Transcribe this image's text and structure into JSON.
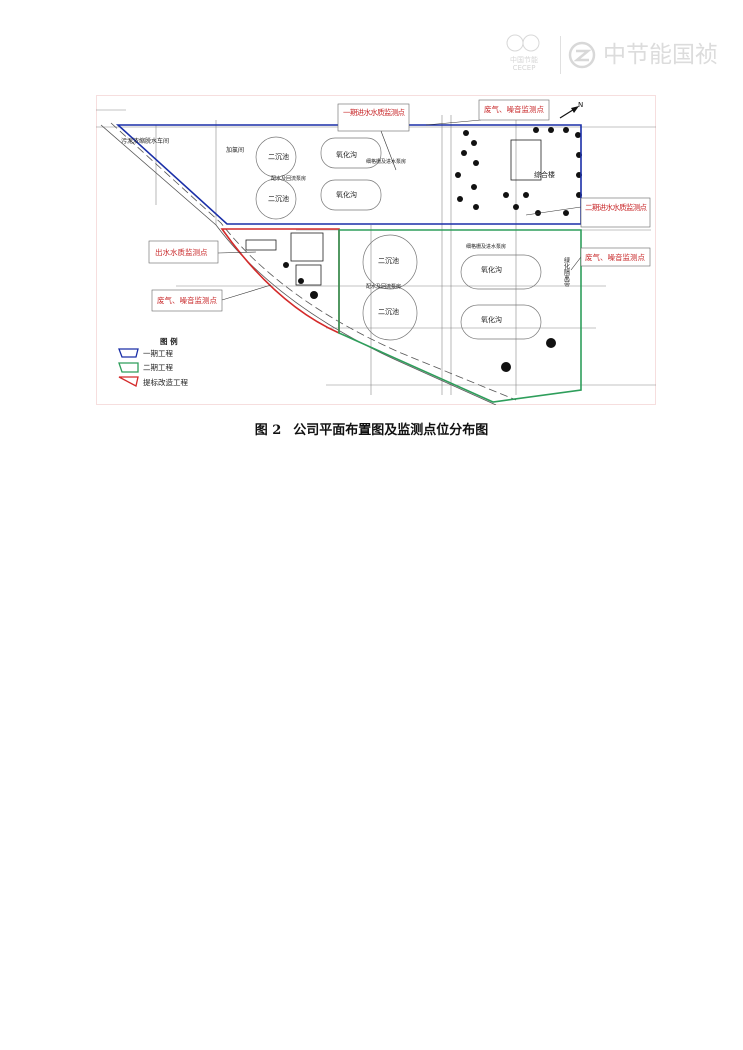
{
  "header": {
    "logo_small_cn": "中国节能",
    "logo_small_en": "CECEP",
    "logo_text": "中节能国祯"
  },
  "figure": {
    "north": "N",
    "callouts": {
      "phase1_inlet": "一期进水水质监测点",
      "gas_noise_top": "废气、噪音监测点",
      "phase2_inlet": "二期进水水质监测点",
      "gas_noise_right": "废气、噪音监测点",
      "outlet": "出水水质监测点",
      "gas_noise_left": "废气、噪音监测点"
    },
    "facilities": {
      "sludge": "污泥浓缩脱水车间",
      "chlorine": "加氯间",
      "clarifier": "二沉池",
      "oxidation": "氧化沟",
      "screen_pump1": "细格栅及进水泵房",
      "distribution1": "配水及回流泵房",
      "office": "综合楼",
      "screen_pump2": "细格栅及进水泵房",
      "distribution2": "配水及回流泵房",
      "greenbelt": "绿化隔离带"
    },
    "legend": {
      "title": "图 例",
      "items": [
        {
          "label": "一期工程",
          "color": "#1a2fa8"
        },
        {
          "label": "二期工程",
          "color": "#2e9e5b"
        },
        {
          "label": "提标改造工程",
          "color": "#d42a2a"
        }
      ]
    },
    "callout_text_color": "#c8282a"
  },
  "caption": {
    "number": "图 2",
    "title": "公司平面布置图及监测点位分布图"
  }
}
